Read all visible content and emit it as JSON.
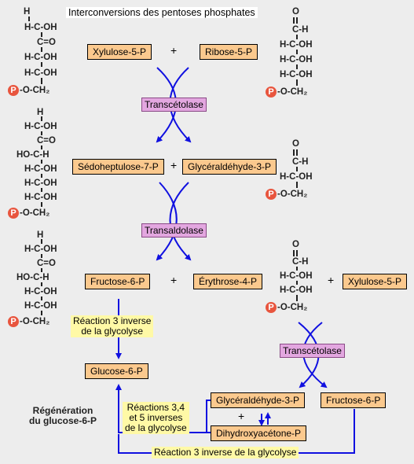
{
  "title": "Interconversions des pentoses phosphates",
  "enzymes": {
    "transketolase_top": "Transcétolase",
    "transaldolase": "Transaldolase",
    "transketolase_bottom": "Transcétolase"
  },
  "labels": {
    "xylulose5p": "Xylulose-5-P",
    "ribose5p": "Ribose-5-P",
    "sedoheptulose7p": "Sédoheptulose-7-P",
    "glyceraldehyde3p_a": "Glycéraldéhyde-3-P",
    "fructose6p_a": "Fructose-6-P",
    "erythrose4p": "Érythrose-4-P",
    "xylulose5p_b": "Xylulose-5-P",
    "glucose6p": "Glucose-6-P",
    "glyceraldehyde3p_b": "Glycéraldéhyde-3-P",
    "fructose6p_b": "Fructose-6-P",
    "dihydroxyacetonep": "Dihydroxyacétone-P"
  },
  "plus": "+",
  "notes": {
    "reaction3_line1": "Réaction 3 inverse",
    "reaction3_line2": "de la glycolyse",
    "reactions345_line1": "Réactions 3,4",
    "reactions345_line2": "et 5 inverses",
    "reactions345_line3": "de la glycolyse",
    "reaction3_bottom": "Réaction 3 inverse de la glycolyse"
  },
  "regen": {
    "line1": "Régénération",
    "line2": "du glucose-6-P"
  },
  "formula": {
    "H": "H",
    "HCOH": "H-C-OH",
    "HOCH": "HO-C-H",
    "CO": "C=O",
    "CH": "C-H",
    "O": "O",
    "P": "P",
    "POCH2": "-O-CH₂"
  },
  "colors": {
    "arrow": "#1010e0",
    "label": "#fbc98e",
    "enzyme": "#e3a7e0",
    "note": "#fff9a6",
    "phosphate": "#e8553e"
  }
}
